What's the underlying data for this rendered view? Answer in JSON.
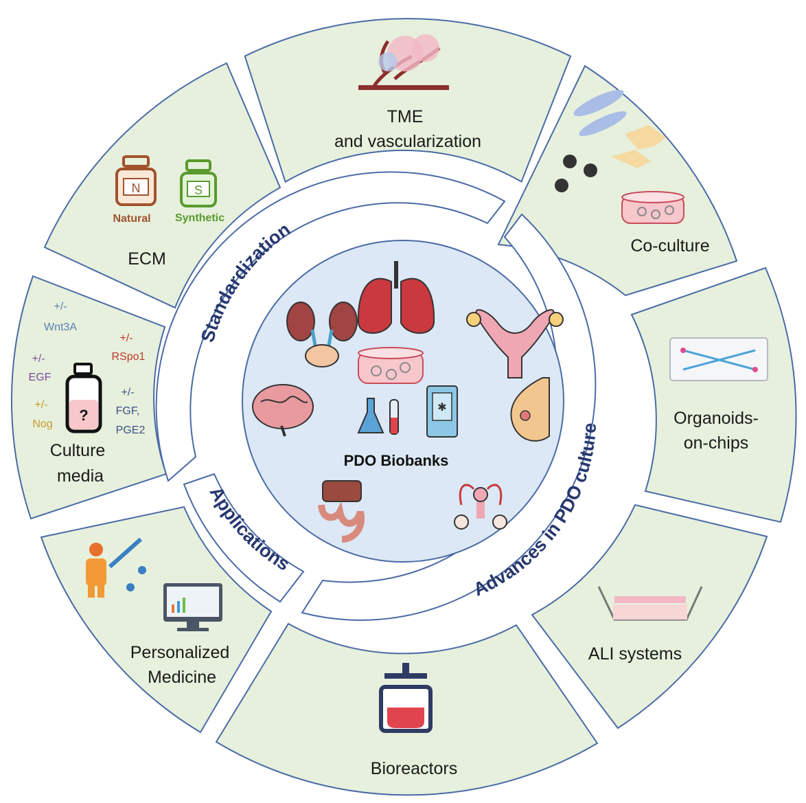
{
  "segments": {
    "tme": "TME",
    "tme_line2": "and vascularization",
    "coculture": "Co-culture",
    "organoids_line1": "Organoids-",
    "organoids_line2": "on-chips",
    "ali": "ALI systems",
    "bioreactors": "Bioreactors",
    "personalized_line1": "Personalized",
    "personalized_line2": "Medicine",
    "culture_line1": "Culture",
    "culture_line2": "media",
    "ecm": "ECM"
  },
  "ecm_jars": {
    "natural_letter": "N",
    "natural_label": "Natural",
    "synthetic_letter": "S",
    "synthetic_label": "Synthetic"
  },
  "media_factors": {
    "wnt_pm": "+/-",
    "wnt": "Wnt3A",
    "rspo_pm": "+/-",
    "rspo": "RSpo1",
    "egf_pm": "+/-",
    "egf": "EGF",
    "fgf_pm": "+/-",
    "fgf": "FGF,",
    "pge": "PGE2",
    "nog_pm": "+/-",
    "nog": "Nog",
    "bottle_mark": "?"
  },
  "ring_labels": {
    "standardization": "Standardization",
    "advances": "Advances in PDO cultures",
    "applications": "Applications"
  },
  "center": {
    "title": "PDO Biobanks"
  },
  "colors": {
    "segment_fill": "#e6f0dc",
    "outline": "#4a6aa6",
    "ring_text": "#27386e",
    "center_fill": "#dce8f5",
    "natural": "#a0522d",
    "synthetic": "#5a9a2e",
    "wnt": "#5b7fb6",
    "rspo": "#c0392b",
    "egf": "#7d4b9c",
    "fgf": "#3f4f8a",
    "nog": "#c99a2e"
  }
}
